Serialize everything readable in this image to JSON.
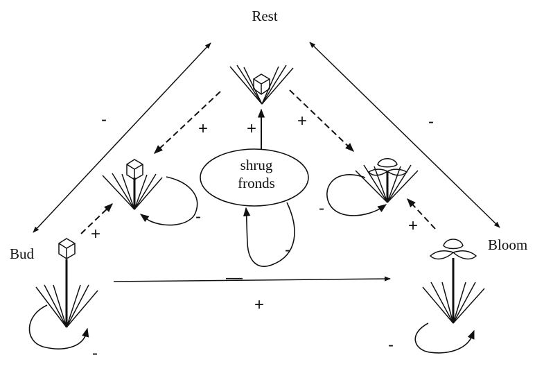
{
  "states": {
    "rest": "Rest",
    "bud": "Bud",
    "bloom": "Bloom"
  },
  "center_node": {
    "line1": "shrug",
    "line2": "fronds"
  },
  "signs": {
    "rest_bud": "-",
    "rest_bloom": "-",
    "bud_bloom": "+",
    "rest_to_left": "+",
    "rest_to_right": "+",
    "center_to_rest": "+",
    "bud_to_left": "+",
    "bloom_to_right": "+",
    "left_loop": "-",
    "right_loop": "-",
    "center_loop": "-",
    "bud_loop": "-",
    "bloom_loop": "-",
    "bud_bloom_arrow": "—"
  }
}
